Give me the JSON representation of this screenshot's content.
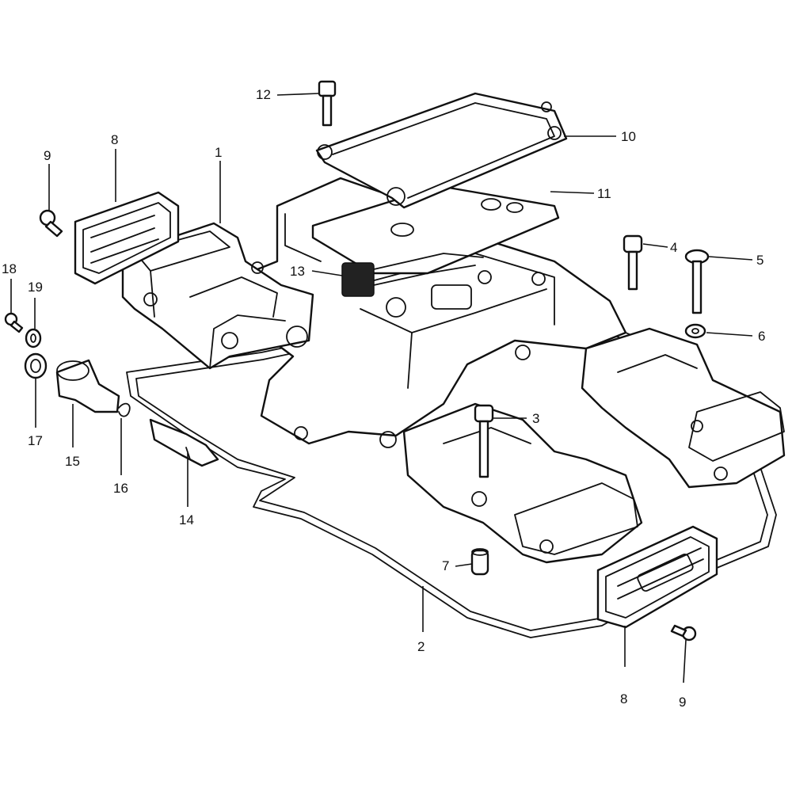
{
  "diagram": {
    "line_color": "#111111",
    "background": "#ffffff",
    "callouts": [
      {
        "key": "c1",
        "label": "1"
      },
      {
        "key": "c2",
        "label": "2"
      },
      {
        "key": "c3",
        "label": "3"
      },
      {
        "key": "c4",
        "label": "4"
      },
      {
        "key": "c5",
        "label": "5"
      },
      {
        "key": "c6",
        "label": "6"
      },
      {
        "key": "c7",
        "label": "7"
      },
      {
        "key": "c8a",
        "label": "8"
      },
      {
        "key": "c8b",
        "label": "8"
      },
      {
        "key": "c9a",
        "label": "9"
      },
      {
        "key": "c9b",
        "label": "9"
      },
      {
        "key": "c10",
        "label": "10"
      },
      {
        "key": "c11",
        "label": "11"
      },
      {
        "key": "c12",
        "label": "12"
      },
      {
        "key": "c13",
        "label": "13"
      },
      {
        "key": "c14",
        "label": "14"
      },
      {
        "key": "c15",
        "label": "15"
      },
      {
        "key": "c16",
        "label": "16"
      },
      {
        "key": "c17",
        "label": "17"
      },
      {
        "key": "c18",
        "label": "18"
      },
      {
        "key": "c19",
        "label": "19"
      }
    ]
  }
}
